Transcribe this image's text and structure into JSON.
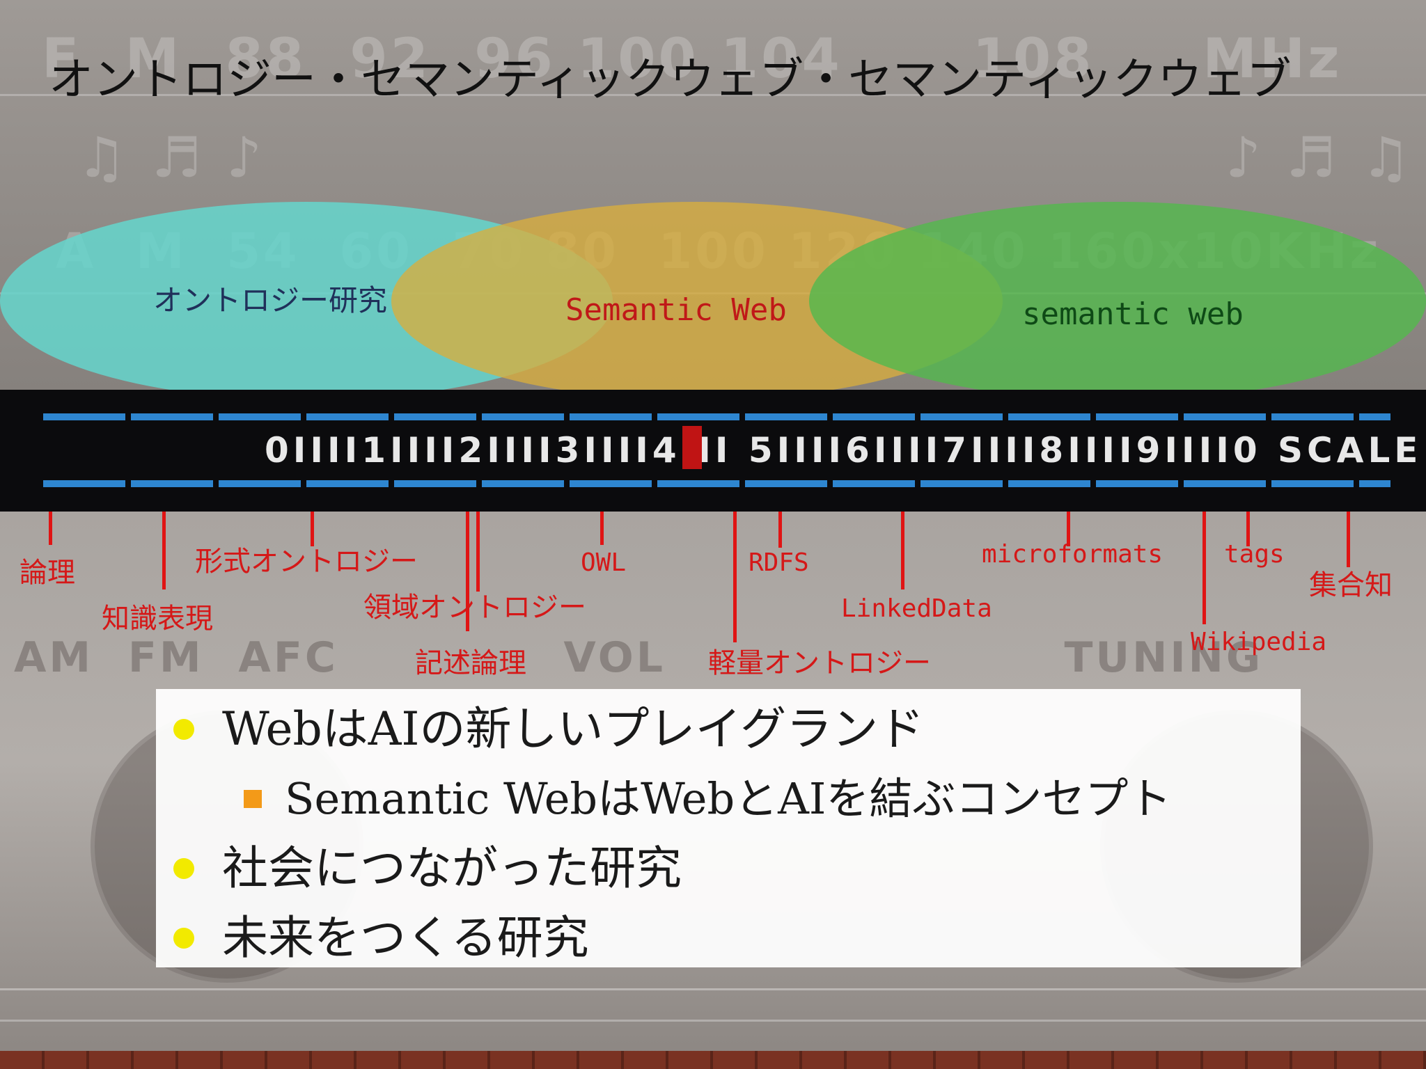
{
  "title": "オントロジー・セマンティックウェブ・セマンティックウェブ",
  "venn": {
    "ontology_research": "オントロジー研究",
    "semantic_web_cap": "Semantic Web",
    "semantic_web_lower": "semantic web"
  },
  "dial": {
    "scale_text": "0ⅠⅠⅠⅠ1ⅠⅠⅠⅠ2ⅠⅠⅠⅠ3ⅠⅠⅠⅠ4ⅠⅠⅠ 5ⅠⅠⅠⅠ6ⅠⅠⅠⅠ7ⅠⅠⅠⅠ8ⅠⅠⅠⅠ9ⅠⅠⅠⅠ0 SCALE"
  },
  "labels": {
    "logic": "論理",
    "knowledge_representation": "知識表現",
    "formal_ontology": "形式オントロジー",
    "domain_ontology": "領域オントロジー",
    "description_logic": "記述論理",
    "owl": "OWL",
    "rdfs": "RDFS",
    "lightweight_ontology": "軽量オントロジー",
    "linked_data": "LinkedData",
    "microformats": "microformats",
    "tags": "tags",
    "wikipedia": "Wikipedia",
    "collective_intelligence": "集合知"
  },
  "bullets": {
    "b1": "WebはAIの新しいプレイグランド",
    "b1_sub": "Semantic WebはWebとAIを結ぶコンセプト",
    "b2": "社会につながった研究",
    "b3": "未来をつくる研究"
  },
  "colors": {
    "marker": "#e01414",
    "bullet_dot": "#f2ea00",
    "sub_bullet": "#f39a18"
  }
}
